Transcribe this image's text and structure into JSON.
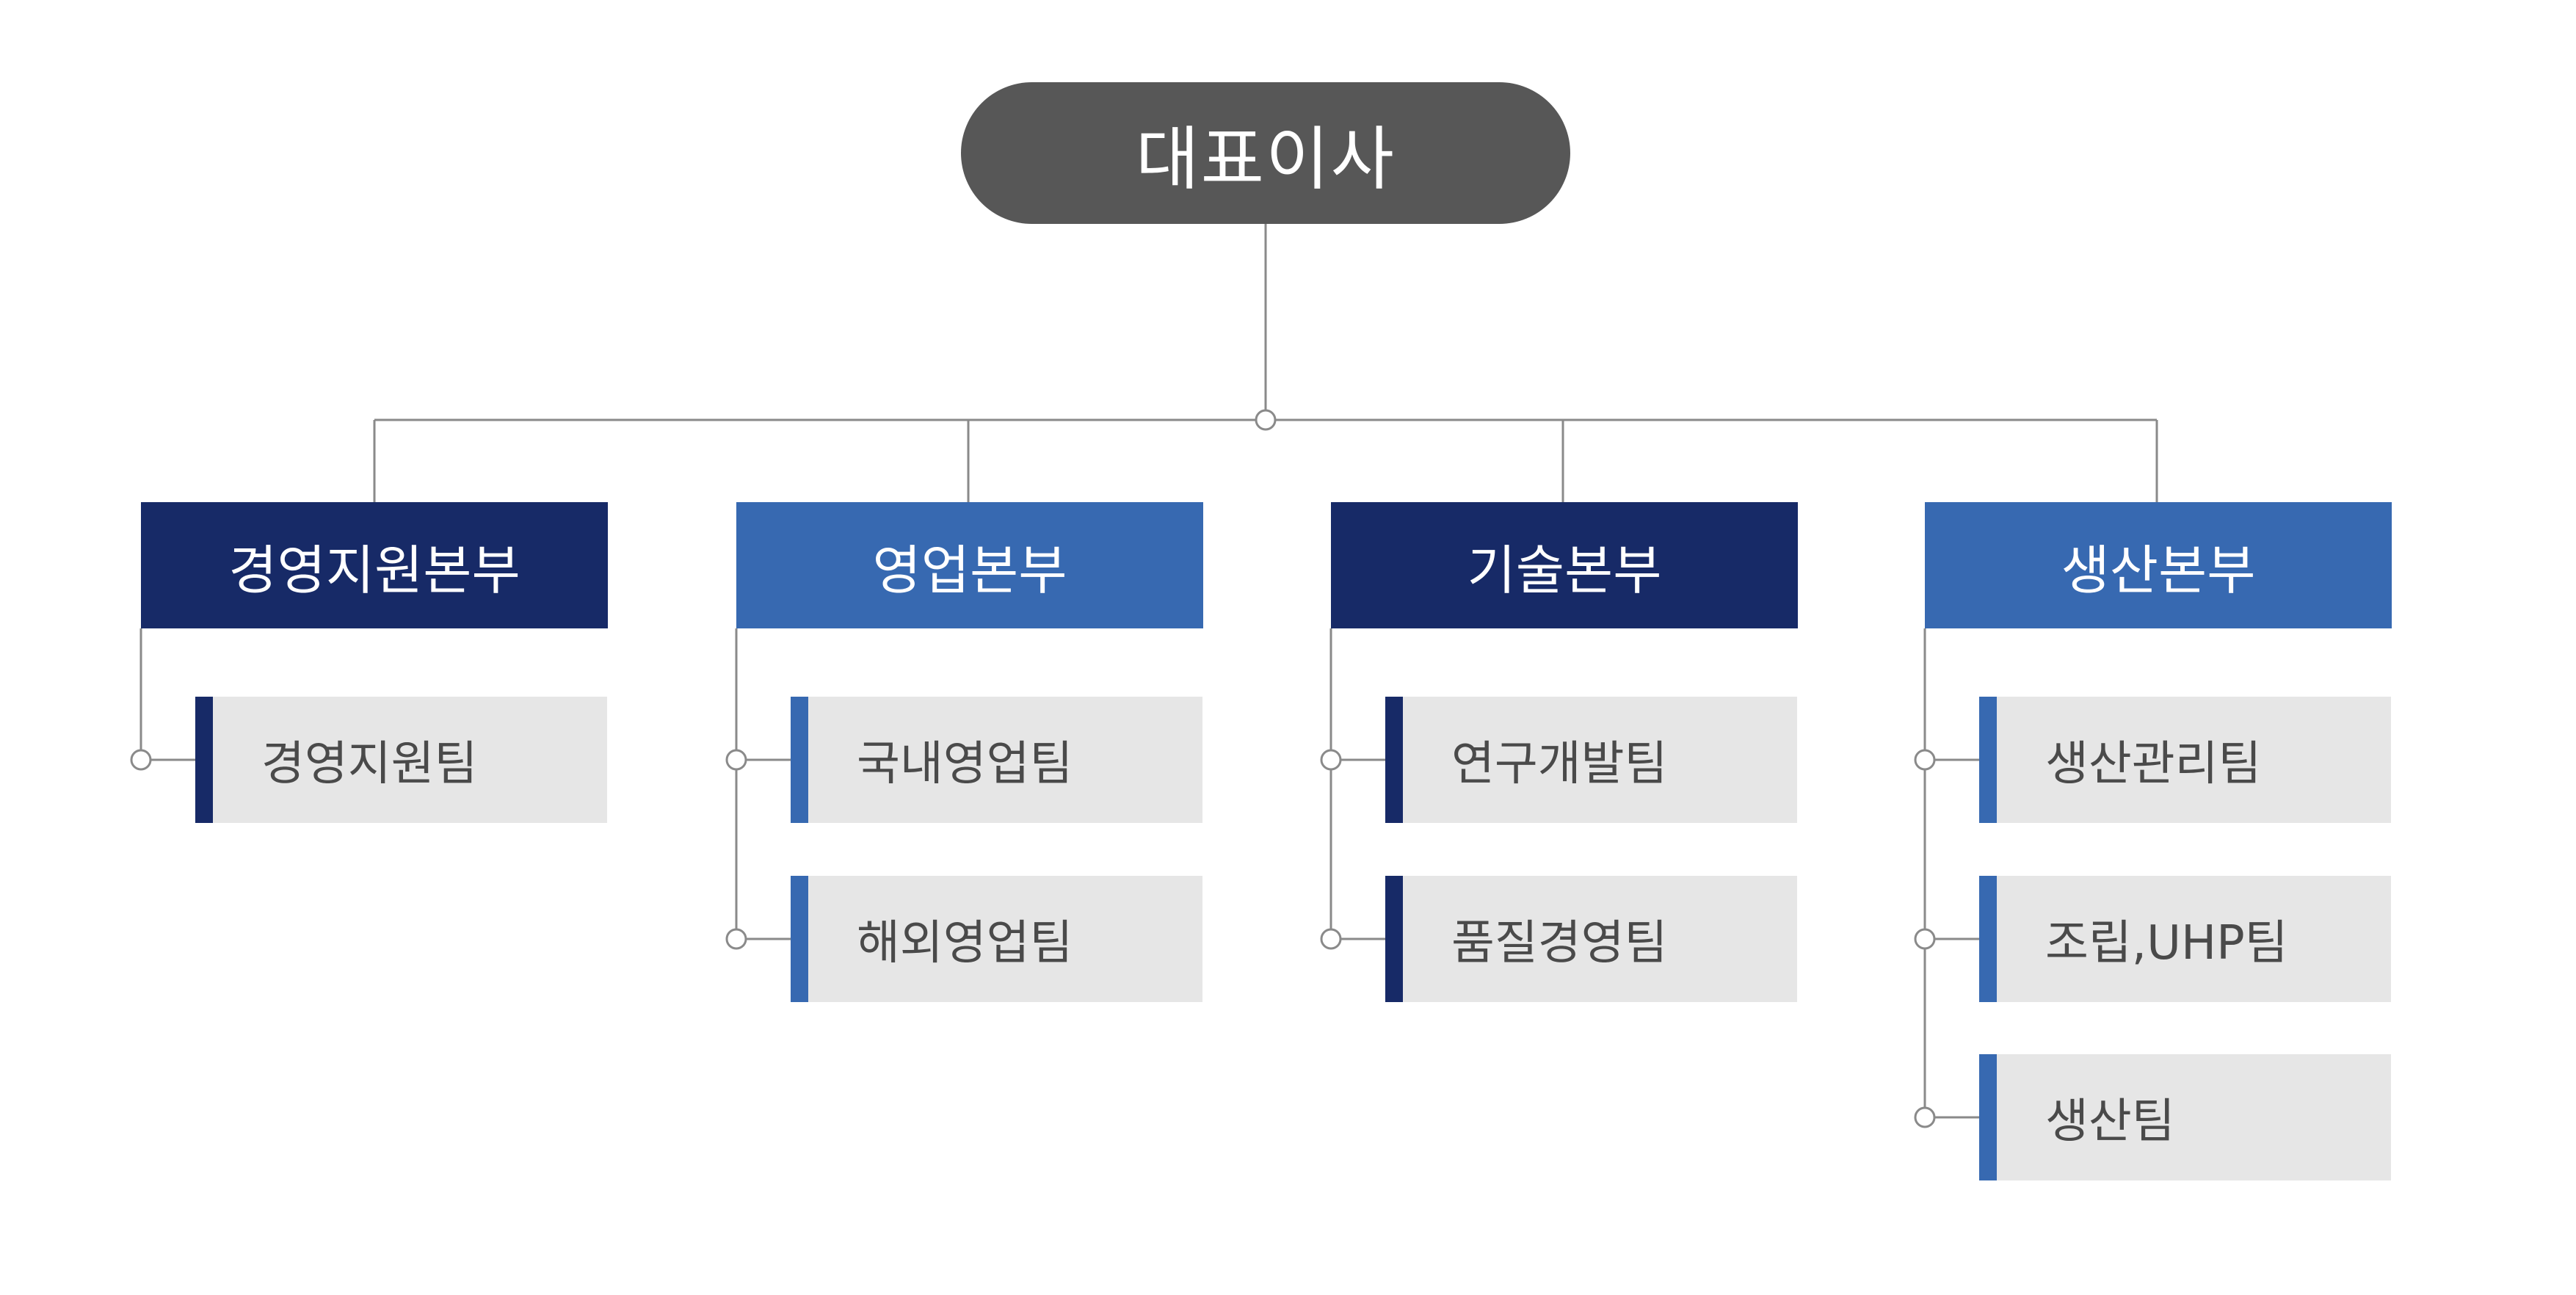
{
  "ceo": {
    "label": "대표이사"
  },
  "colors": {
    "ceo": "#575757",
    "dark_navy": "#172a67",
    "blue": "#3769b1",
    "team_bg": "#e6e6e6",
    "team_text": "#4a4a4a",
    "line": "#8a8a8a"
  },
  "divisions": [
    {
      "label": "경영지원본부",
      "color": "dark_navy",
      "teams": [
        {
          "label": "경영지원팀"
        }
      ]
    },
    {
      "label": "영업본부",
      "color": "blue",
      "teams": [
        {
          "label": "국내영업팀"
        },
        {
          "label": "해외영업팀"
        }
      ]
    },
    {
      "label": "기술본부",
      "color": "dark_navy",
      "teams": [
        {
          "label": "연구개발팀"
        },
        {
          "label": "품질경영팀"
        }
      ]
    },
    {
      "label": "생산본부",
      "color": "blue",
      "teams": [
        {
          "label": "생산관리팀"
        },
        {
          "label": "조립,UHP팀"
        },
        {
          "label": "생산팀"
        }
      ]
    }
  ]
}
